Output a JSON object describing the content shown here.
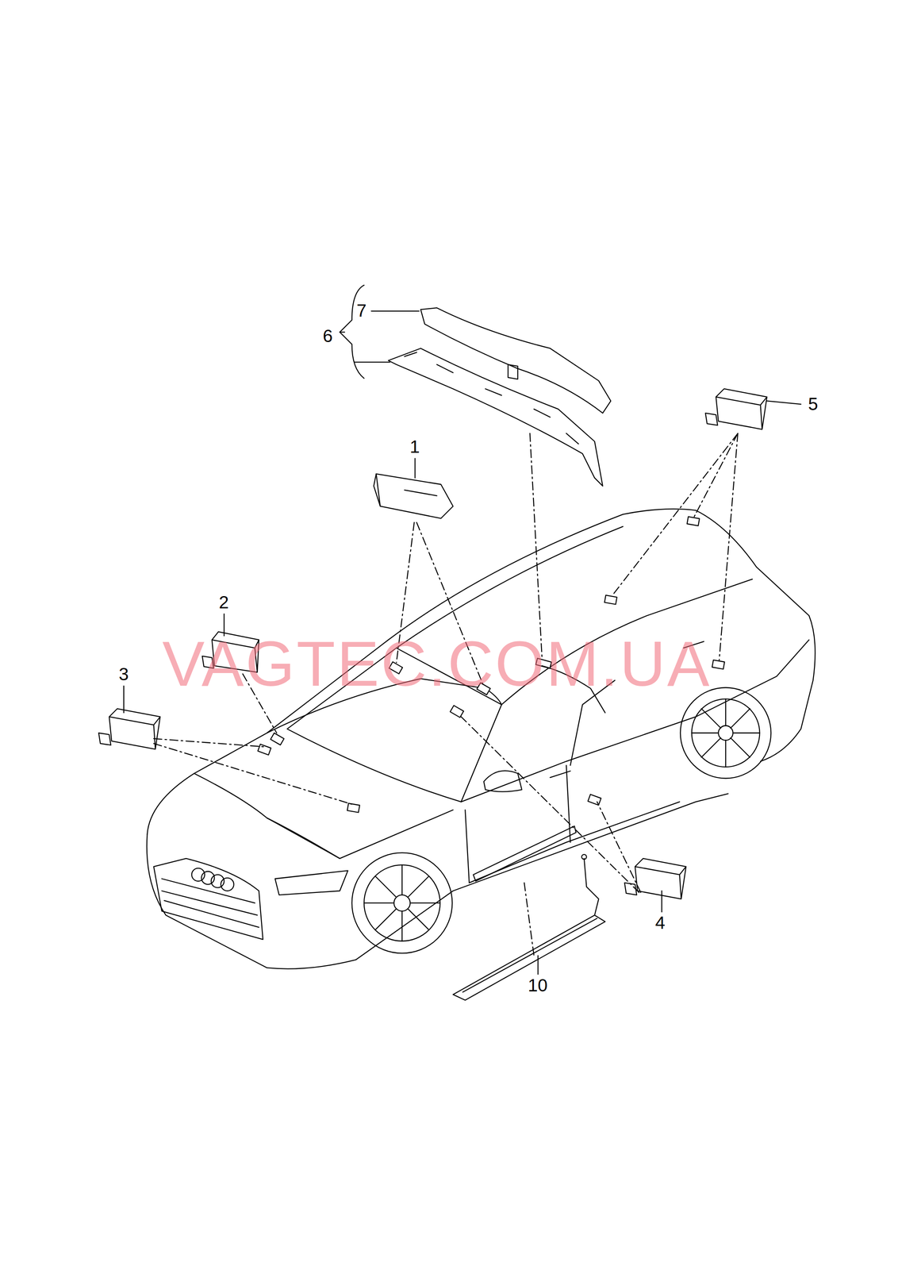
{
  "diagram": {
    "labels": [
      "1",
      "2",
      "3",
      "4",
      "5",
      "6",
      "7",
      "10",
      "VAGTEC.COM.UA"
    ]
  }
}
